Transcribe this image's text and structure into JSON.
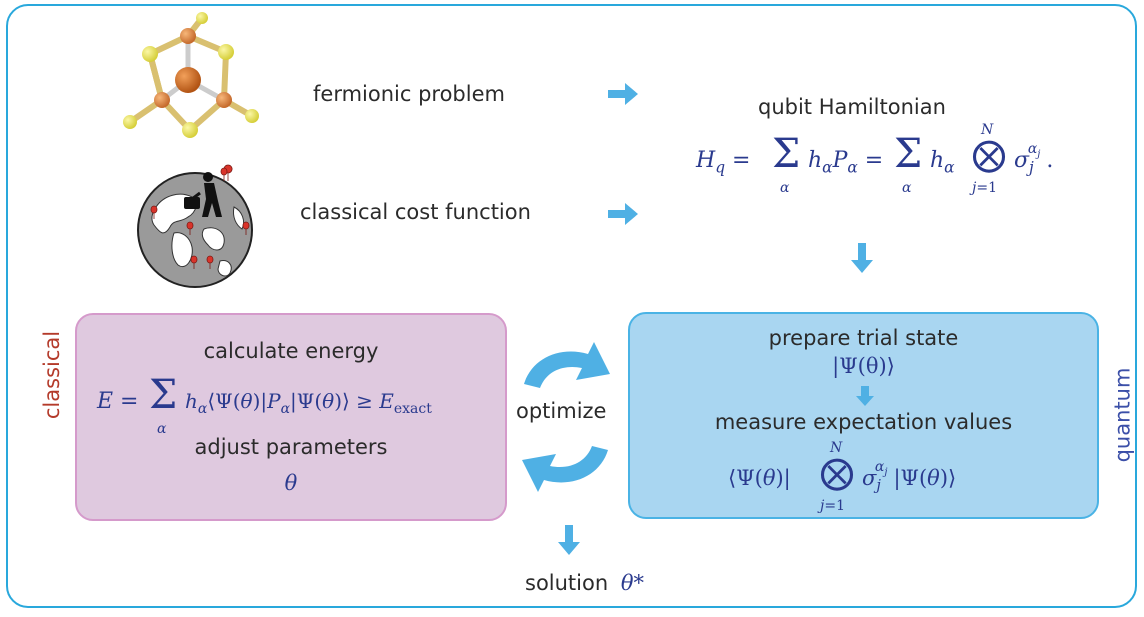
{
  "top": {
    "fermionic_label": "fermionic problem",
    "cost_label": "classical cost function",
    "qubit_title": "qubit Hamiltonian",
    "hamiltonian_formula": "H_q = Σ_α h_α P_α = Σ_α h_α ⊗_{j=1}^{N} σ_j^{α_j}."
  },
  "classical_box": {
    "side_label": "classical",
    "title": "calculate energy",
    "energy_formula": "E = Σ_α h_α ⟨Ψ(θ)|P_α|Ψ(θ)⟩ ≥ E_exact",
    "adjust_label": "adjust parameters",
    "theta": "θ"
  },
  "quantum_box": {
    "side_label": "quantum",
    "prepare_label": "prepare trial state",
    "trial_state": "|Ψ(θ)⟩",
    "measure_label": "measure expectation values",
    "expectation_formula": "⟨Ψ(θ)| ⊗_{j=1}^{N} σ_j^{α_j} |Ψ(θ)⟩"
  },
  "optimize_label": "optimize",
  "solution": {
    "label": "solution",
    "theta_star": "θ*"
  },
  "colors": {
    "frame": "#29a8dc",
    "arrow": "#4fb0e4",
    "classical_fill": "#dfc9df",
    "classical_border": "#d59acb",
    "classical_text": "#b43a2a",
    "quantum_fill": "#a9d6f1",
    "quantum_border": "#4ab3e5",
    "quantum_text": "#3b4fa8",
    "math": "#2a3a8e"
  }
}
